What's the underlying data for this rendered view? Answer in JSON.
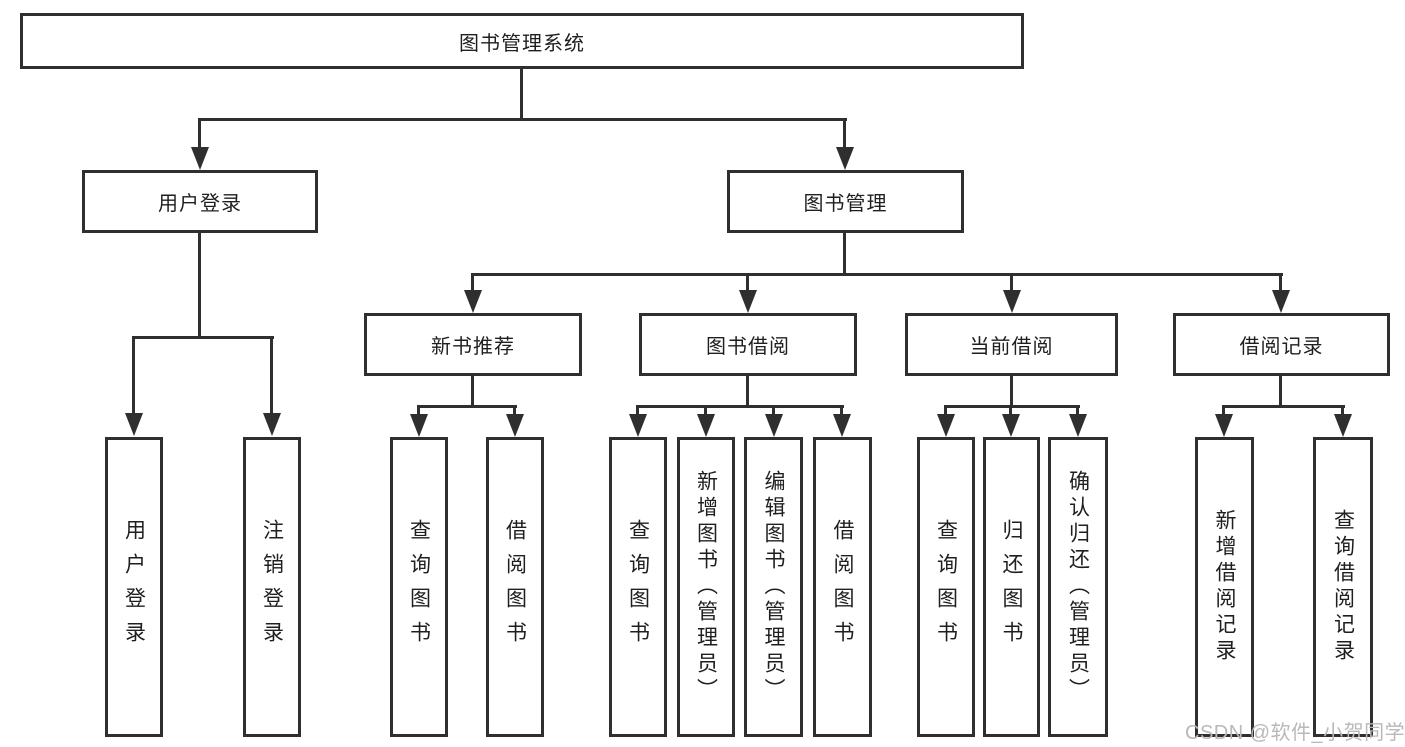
{
  "title": "图书管理系统",
  "watermark": {
    "text": "CSDN @软件_小贺同学",
    "color": "#b9b9b9"
  },
  "colors": {
    "line": "#2f2f2f",
    "box_border": "#2f2f2f",
    "box_fill": "#ffffff",
    "text": "#1f1f1f",
    "background": "#ffffff"
  },
  "nodes": {
    "root": {
      "label": "图书管理系统",
      "children": [
        "user_login",
        "book_mgmt"
      ]
    },
    "user_login": {
      "label": "用户登录",
      "children": [
        "leaf_user_login",
        "leaf_logout"
      ]
    },
    "book_mgmt": {
      "label": "图书管理",
      "children": [
        "new_book_rec",
        "book_borrow",
        "current_borrow",
        "borrow_records"
      ]
    },
    "new_book_rec": {
      "label": "新书推荐",
      "children": [
        "leaf_query_book_1",
        "leaf_borrow_book_1"
      ]
    },
    "book_borrow": {
      "label": "图书借阅",
      "children": [
        "leaf_query_book_2",
        "leaf_add_book",
        "leaf_edit_book",
        "leaf_borrow_book_2"
      ]
    },
    "current_borrow": {
      "label": "当前借阅",
      "children": [
        "leaf_query_book_3",
        "leaf_return_book",
        "leaf_confirm_return"
      ]
    },
    "borrow_records": {
      "label": "借阅记录",
      "children": [
        "leaf_add_record",
        "leaf_query_record"
      ]
    },
    "leaf_user_login": {
      "label": "用户登录"
    },
    "leaf_logout": {
      "label": "注销登录"
    },
    "leaf_query_book_1": {
      "label": "查询图书"
    },
    "leaf_borrow_book_1": {
      "label": "借阅图书"
    },
    "leaf_query_book_2": {
      "label": "查询图书"
    },
    "leaf_add_book": {
      "label": "新增图书（管理员）"
    },
    "leaf_edit_book": {
      "label": "编辑图书（管理员）"
    },
    "leaf_borrow_book_2": {
      "label": "借阅图书"
    },
    "leaf_query_book_3": {
      "label": "查询图书"
    },
    "leaf_return_book": {
      "label": "归还图书"
    },
    "leaf_confirm_return": {
      "label": "确认归还（管理员）"
    },
    "leaf_add_record": {
      "label": "新增借阅记录"
    },
    "leaf_query_record": {
      "label": "查询借阅记录"
    }
  }
}
